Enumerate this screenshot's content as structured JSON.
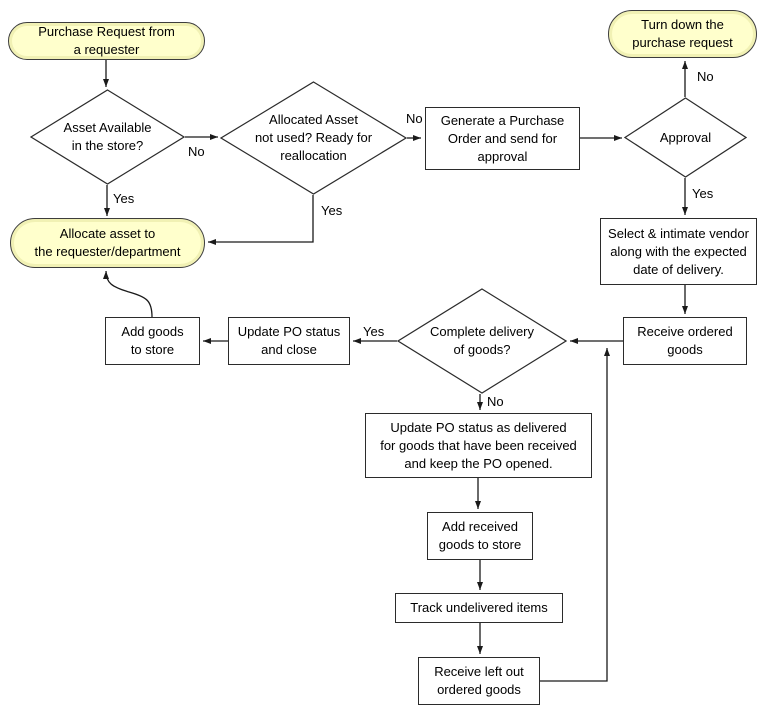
{
  "diagram": {
    "type": "flowchart",
    "background": "#ffffff",
    "colors": {
      "terminator_fill": "#ffffcc",
      "terminator_inner_edge": "#f1f1b4",
      "process_fill": "#ffffff",
      "border": "#2b2b2b",
      "line": "#1a1a1a",
      "text": "#000000"
    },
    "nodes": {
      "purchase_request": {
        "type": "terminator",
        "label": "Purchase Request from\na requester"
      },
      "turn_down": {
        "type": "terminator",
        "label": "Turn down the\npurchase request"
      },
      "allocate_asset": {
        "type": "terminator",
        "label": "Allocate asset to\nthe requester/department"
      },
      "asset_available": {
        "type": "decision",
        "label": "Asset Available\nin the store?"
      },
      "allocated_asset": {
        "type": "decision",
        "label": "Allocated Asset\nnot used? Ready for\nreallocation"
      },
      "approval": {
        "type": "decision",
        "label": "Approval"
      },
      "complete_delivery": {
        "type": "decision",
        "label": "Complete delivery\nof goods?"
      },
      "generate_po": {
        "type": "process",
        "label": "Generate a Purchase\nOrder and send for\napproval"
      },
      "select_vendor": {
        "type": "process",
        "label": "Select & intimate vendor\nalong with the expected\ndate of delivery."
      },
      "receive_goods": {
        "type": "process",
        "label": "Receive ordered\ngoods"
      },
      "update_po_close": {
        "type": "process",
        "label": "Update PO status\nand close"
      },
      "add_goods_store": {
        "type": "process",
        "label": "Add goods\nto store"
      },
      "update_po_delivered": {
        "type": "process",
        "label": "Update PO status as delivered\nfor goods that have been received\nand keep the PO opened."
      },
      "add_received_goods": {
        "type": "process",
        "label": "Add received\ngoods to store"
      },
      "track_undelivered": {
        "type": "process",
        "label": "Track undelivered items"
      },
      "receive_left_out": {
        "type": "process",
        "label": "Receive left out\nordered goods"
      }
    },
    "edges": [
      {
        "from": "purchase_request",
        "to": "asset_available",
        "label": ""
      },
      {
        "from": "asset_available",
        "to": "allocated_asset",
        "label": "No"
      },
      {
        "from": "asset_available",
        "to": "allocate_asset",
        "label": "Yes"
      },
      {
        "from": "allocated_asset",
        "to": "generate_po",
        "label": "No"
      },
      {
        "from": "allocated_asset",
        "to": "allocate_asset",
        "label": "Yes"
      },
      {
        "from": "generate_po",
        "to": "approval",
        "label": ""
      },
      {
        "from": "approval",
        "to": "turn_down",
        "label": "No"
      },
      {
        "from": "approval",
        "to": "select_vendor",
        "label": "Yes"
      },
      {
        "from": "select_vendor",
        "to": "receive_goods",
        "label": ""
      },
      {
        "from": "receive_goods",
        "to": "complete_delivery",
        "label": ""
      },
      {
        "from": "complete_delivery",
        "to": "update_po_close",
        "label": "Yes"
      },
      {
        "from": "update_po_close",
        "to": "add_goods_store",
        "label": ""
      },
      {
        "from": "add_goods_store",
        "to": "allocate_asset",
        "label": ""
      },
      {
        "from": "complete_delivery",
        "to": "update_po_delivered",
        "label": "No"
      },
      {
        "from": "update_po_delivered",
        "to": "add_received_goods",
        "label": ""
      },
      {
        "from": "add_received_goods",
        "to": "track_undelivered",
        "label": ""
      },
      {
        "from": "track_undelivered",
        "to": "receive_left_out",
        "label": ""
      },
      {
        "from": "receive_left_out",
        "to": "complete_delivery",
        "label": ""
      }
    ]
  }
}
